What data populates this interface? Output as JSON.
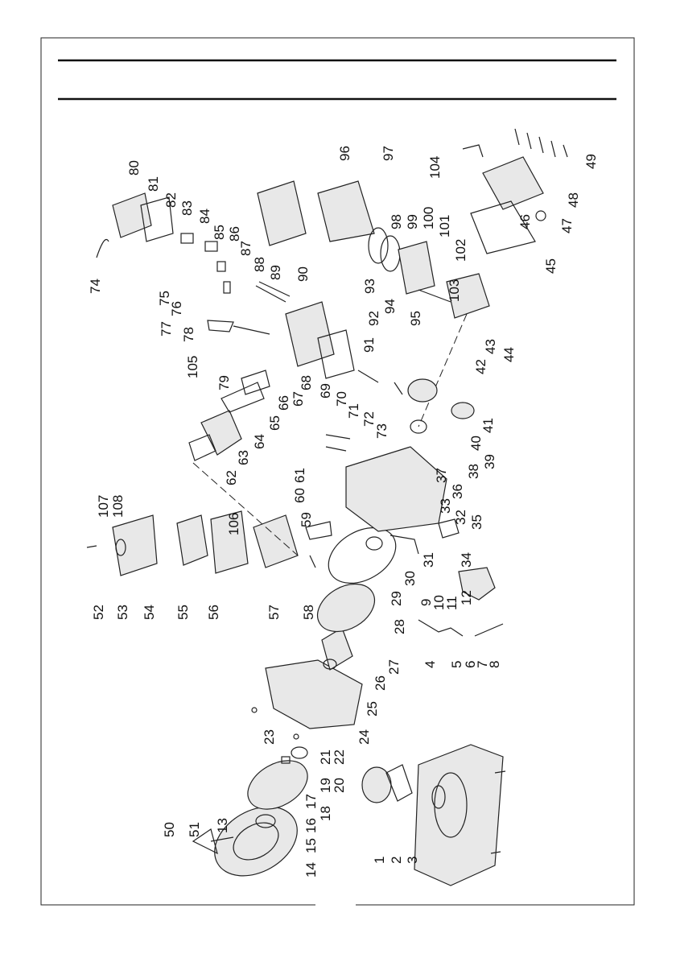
{
  "labels": [
    "1",
    "2",
    "3",
    "4",
    "5",
    "6",
    "7",
    "8",
    "9",
    "10",
    "11",
    "12",
    "13",
    "14",
    "15",
    "16",
    "17",
    "18",
    "19",
    "20",
    "21",
    "22",
    "23",
    "24",
    "25",
    "26",
    "27",
    "28",
    "29",
    "30",
    "31",
    "32",
    "33",
    "34",
    "35",
    "36",
    "37",
    "38",
    "39",
    "40",
    "41",
    "42",
    "43",
    "44",
    "45",
    "46",
    "47",
    "48",
    "49",
    "50",
    "51",
    "52",
    "53",
    "54",
    "55",
    "56",
    "57",
    "58",
    "59",
    "60",
    "61",
    "62",
    "63",
    "64",
    "65",
    "66",
    "67",
    "68",
    "69",
    "70",
    "71",
    "72",
    "73",
    "74",
    "75",
    "76",
    "77",
    "78",
    "79",
    "80",
    "81",
    "82",
    "83",
    "84",
    "85",
    "86",
    "87",
    "88",
    "89",
    "90",
    "91",
    "92",
    "93",
    "94",
    "95",
    "96",
    "97",
    "98",
    "99",
    "100",
    "101",
    "102",
    "103",
    "104",
    "105",
    "106",
    "107",
    "108"
  ],
  "colors": {
    "line": "#222222",
    "text": "#111111",
    "background": "#ffffff"
  }
}
